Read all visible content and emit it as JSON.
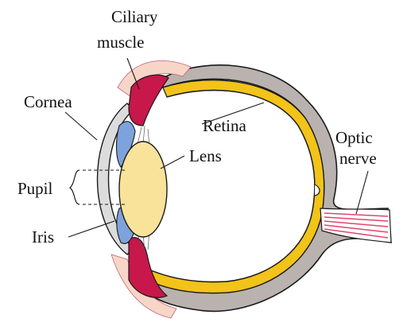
{
  "labels": {
    "ciliary_muscle": [
      "Ciliary",
      "muscle"
    ],
    "cornea": "Cornea",
    "retina": "Retina",
    "optic_nerve": [
      "Optic",
      "nerve"
    ],
    "lens": "Lens",
    "pupil": "Pupil",
    "iris": "Iris"
  },
  "colors": {
    "sclera": "#b9b2ae",
    "retina": "#f2c318",
    "choroid": "#f7e7a6",
    "lens": "#f9e39a",
    "iris": "#7ea2dc",
    "ciliary_muscle": "#c8174a",
    "optic_nerve_fibers": "#e2456d",
    "cornea": "#dcdcdc",
    "pink_tissue": "#f2b3a6",
    "line": "#1a1a1a"
  }
}
